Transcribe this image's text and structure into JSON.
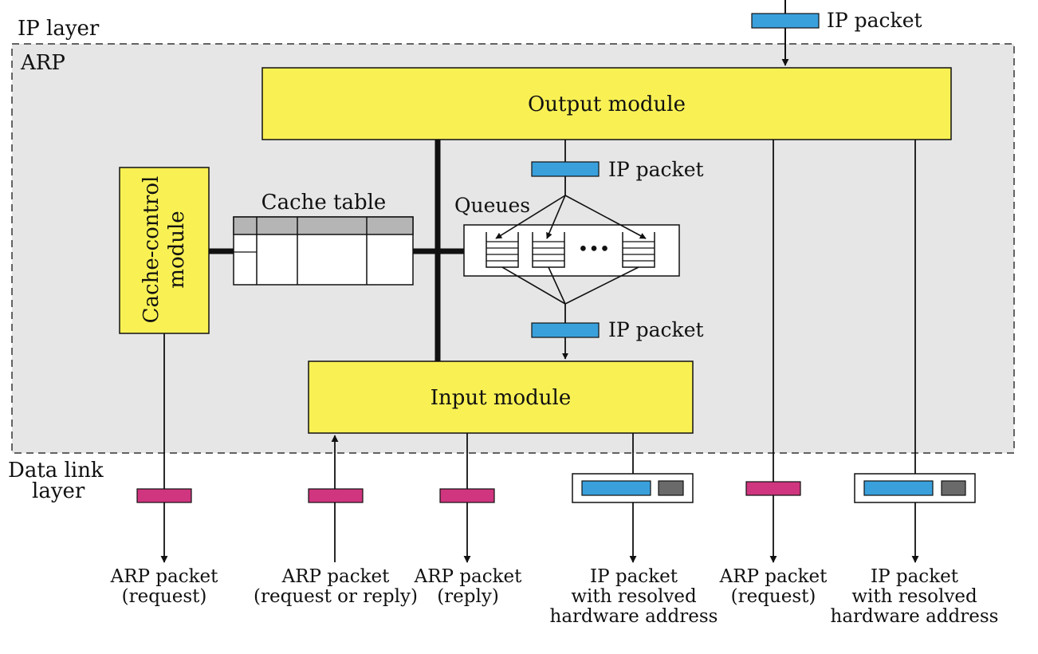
{
  "layers": {
    "ip_layer": "IP layer",
    "arp": "ARP",
    "data_link": [
      "Data link",
      "layer"
    ]
  },
  "modules": {
    "output": "Output module",
    "input": "Input module",
    "cache_control": [
      "Cache-control",
      "module"
    ]
  },
  "cache_table": {
    "title": "Cache table"
  },
  "queues": {
    "title": "Queues",
    "ellipsis": "•••"
  },
  "packets": {
    "ip_in": "IP packet",
    "ip_to_queue": "IP packet",
    "ip_from_queue": "IP packet"
  },
  "bottom_labels": [
    [
      "ARP packet",
      "(request)"
    ],
    [
      "ARP packet",
      "(request or reply)"
    ],
    [
      "ARP packet",
      "(reply)"
    ],
    [
      "IP packet",
      "with resolved",
      "hardware address"
    ],
    [
      "ARP packet",
      "(request)"
    ],
    [
      "IP packet",
      "with resolved",
      "hardware address"
    ]
  ],
  "colors": {
    "module_fill": "#f9f154",
    "arp_region": "#e6e6e6",
    "ip_packet": "#3aa0dc",
    "arp_packet": "#d0357f",
    "hw_header": "#6a6a6a",
    "cache_header": "#b5b5b5"
  }
}
